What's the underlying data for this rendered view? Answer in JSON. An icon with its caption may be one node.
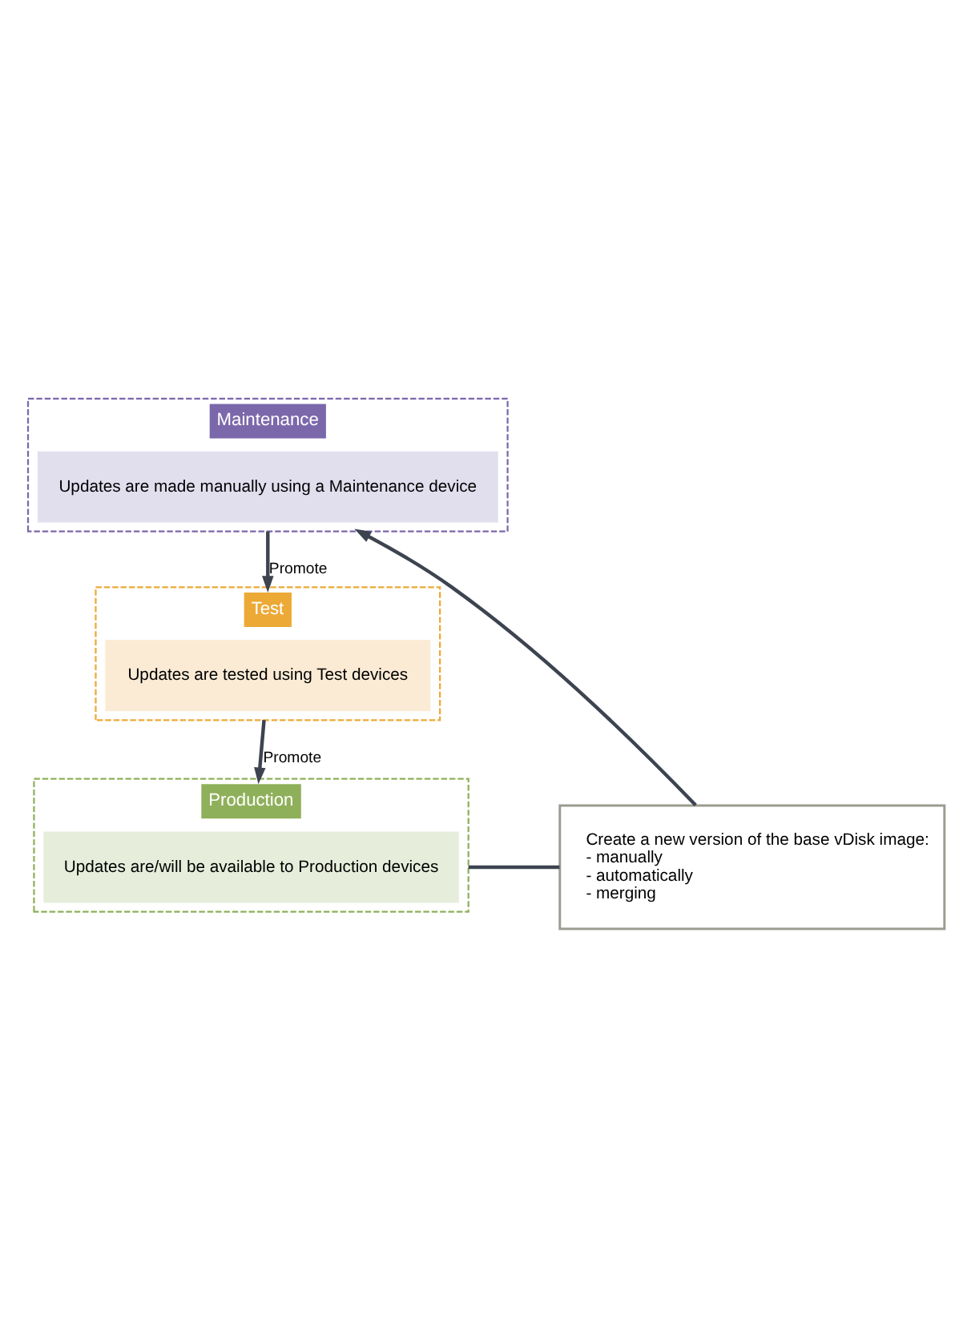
{
  "diagram": {
    "nodes": [
      {
        "text": [
          "Maintenance"
        ]
      },
      {
        "text": [
          "Updates are made manually using a Maintenance device"
        ],
        "in": 0
      },
      {
        "text": [
          "Test"
        ]
      },
      {
        "text": [
          "Updates are tested using Test devices"
        ],
        "in": 2
      },
      {
        "text": [
          "Production"
        ]
      },
      {
        "text": [
          "Updates are/will be available to Production devices"
        ],
        "in": 4
      },
      {
        "text": [
          "Create a new version of the base vDisk image:",
          "- manually",
          "- automatically",
          "- merging"
        ]
      }
    ],
    "edges": [
      {
        "from": 0,
        "to": 2,
        "arrow": "to",
        "label": "Promote"
      },
      {
        "from": 2,
        "to": 4,
        "arrow": "to",
        "label": "Promote"
      },
      {
        "from": 6,
        "to": 0,
        "arrow": "to"
      },
      {
        "from": 6,
        "to": 4,
        "arrow": "none"
      }
    ]
  }
}
